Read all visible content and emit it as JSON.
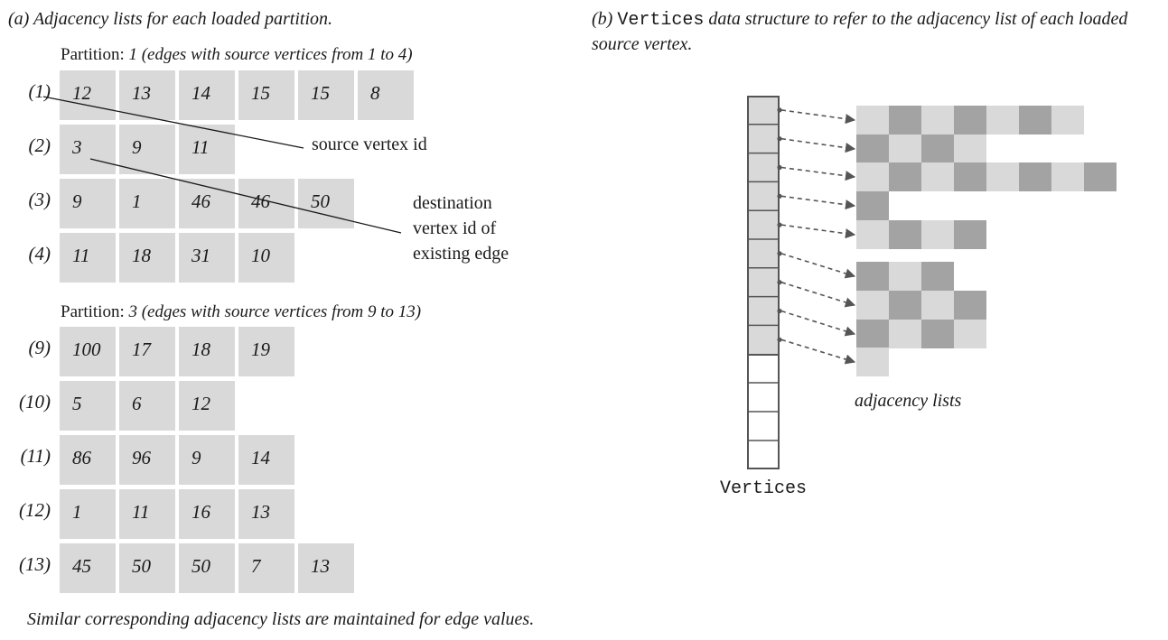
{
  "panel_a": {
    "caption": "(a) Adjacency lists for each loaded partition.",
    "partitions": [
      {
        "label_prefix": "Partition: ",
        "label_number": "1",
        "label_detail": " (edges with source vertices from 1 to 4)",
        "rows": [
          {
            "label": "(1)",
            "cells": [
              "12",
              "13",
              "14",
              "15",
              "15",
              "8"
            ]
          },
          {
            "label": "(2)",
            "cells": [
              "3",
              "9",
              "11"
            ]
          },
          {
            "label": "(3)",
            "cells": [
              "9",
              "1",
              "46",
              "46",
              "50"
            ]
          },
          {
            "label": "(4)",
            "cells": [
              "11",
              "18",
              "31",
              "10"
            ]
          }
        ]
      },
      {
        "label_prefix": "Partition: ",
        "label_number": "3",
        "label_detail": " (edges with source vertices from 9 to 13)",
        "rows": [
          {
            "label": "(9)",
            "cells": [
              "100",
              "17",
              "18",
              "19"
            ]
          },
          {
            "label": "(10)",
            "cells": [
              "5",
              "6",
              "12"
            ]
          },
          {
            "label": "(11)",
            "cells": [
              "86",
              "96",
              "9",
              "14"
            ]
          },
          {
            "label": "(12)",
            "cells": [
              "1",
              "11",
              "16",
              "13"
            ]
          },
          {
            "label": "(13)",
            "cells": [
              "45",
              "50",
              "50",
              "7",
              "13"
            ]
          }
        ]
      }
    ],
    "annotation_source": "source vertex id",
    "annotation_dest_1": "destination",
    "annotation_dest_2": "vertex id of",
    "annotation_dest_3": "existing edge",
    "footnote": "Similar corresponding adjacency lists are maintained for edge values."
  },
  "panel_b": {
    "caption_prefix": "(b) ",
    "caption_code": "Vertices",
    "caption_line1_rest": " data structure to refer to the adjacency list of each loaded",
    "caption_line2": "source vertex.",
    "vertices_label": "Vertices",
    "adjacency_label": "adjacency lists",
    "loaded_slots": 9,
    "empty_slots": 4,
    "list_lengths": [
      7,
      4,
      8,
      1,
      4,
      0,
      3,
      4,
      4,
      1
    ],
    "colors": {
      "light": "#d9d9d9",
      "dark": "#a3a3a3",
      "line": "#555555"
    }
  }
}
